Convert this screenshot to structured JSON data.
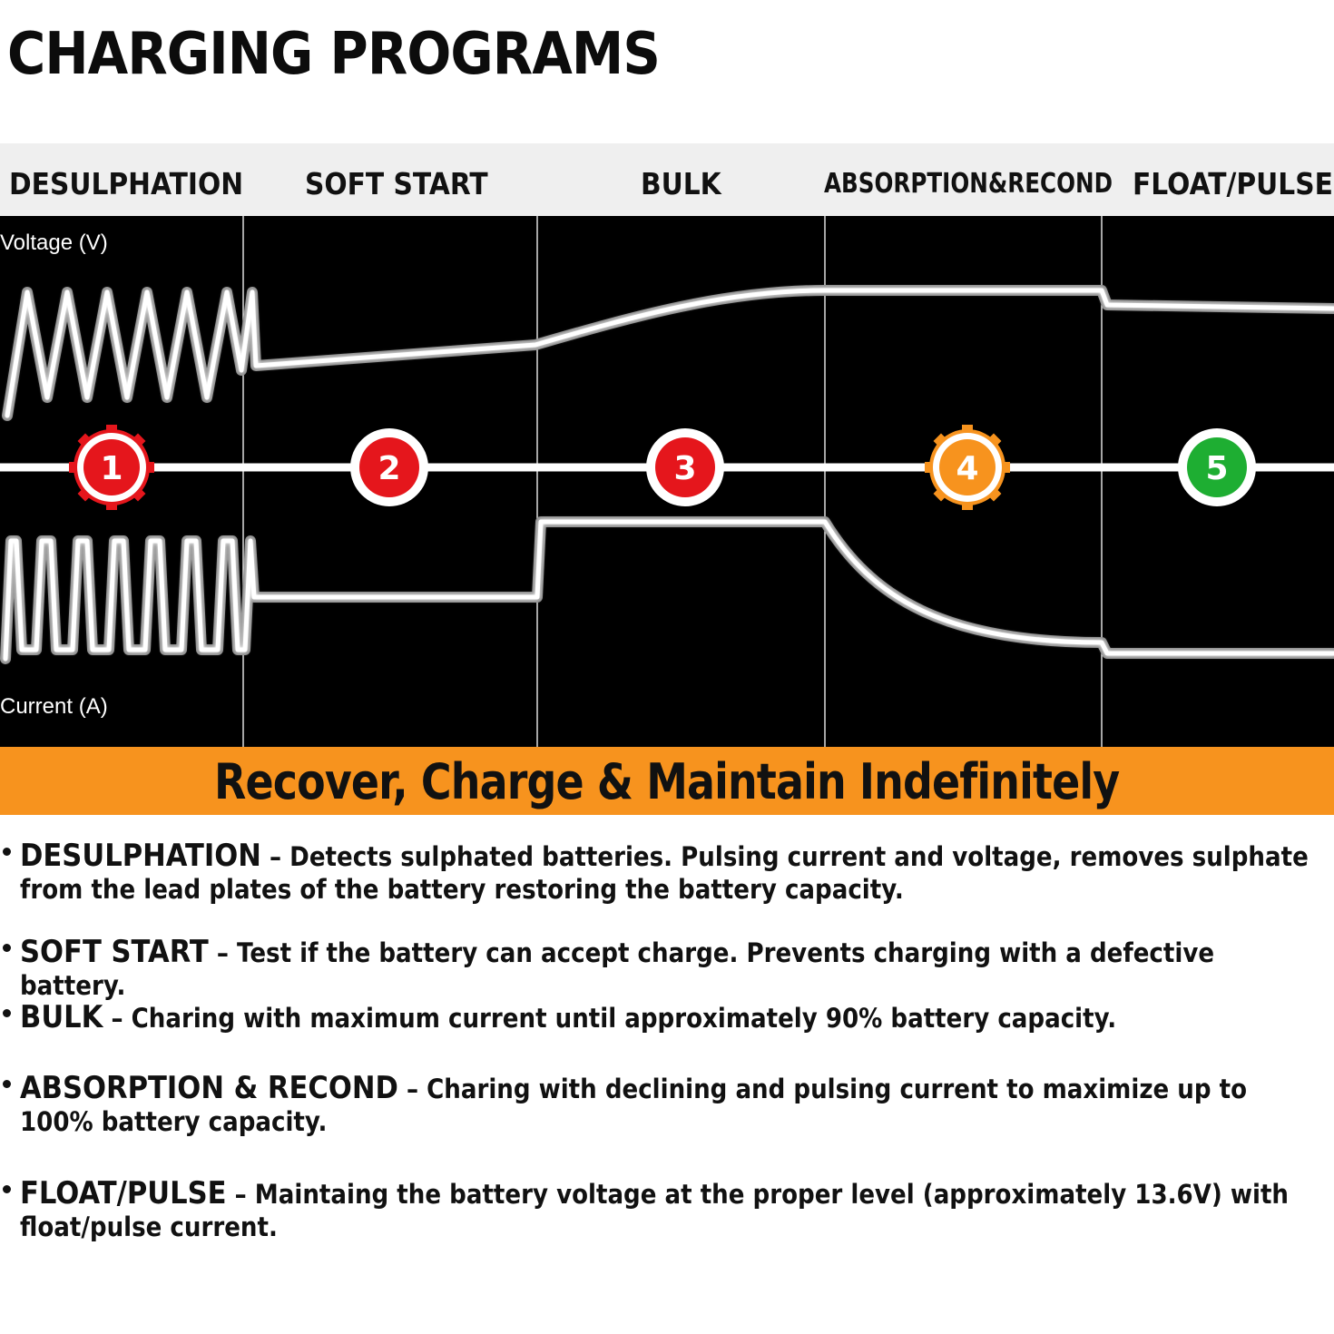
{
  "title": "CHARGING PROGRAMS",
  "stages": [
    {
      "label": "DESULPHATION",
      "number": "1",
      "color": "#e5161c",
      "icon": "gear-badge"
    },
    {
      "label": "SOFT START",
      "number": "2",
      "color": "#e5161c",
      "icon": "circle-badge"
    },
    {
      "label": "BULK",
      "number": "3",
      "color": "#e5161c",
      "icon": "circle-badge"
    },
    {
      "label": "ABSORPTION&RECOND",
      "number": "4",
      "color": "#f7931e",
      "icon": "gear-badge"
    },
    {
      "label": "FLOAT/PULSE",
      "number": "5",
      "color": "#1eae32",
      "icon": "circle-badge"
    }
  ],
  "axes": {
    "voltage_label": "Voltage (V)",
    "current_label": "Current (A)"
  },
  "banner": {
    "text": "Recover, Charge & Maintain Indefinitely",
    "color": "#f7931e"
  },
  "descriptions": [
    {
      "term": "DESULPHATION",
      "text": "Detects sulphated batteries. Pulsing current and voltage, removes sulphate from the lead plates of the battery restoring the battery capacity."
    },
    {
      "term": "SOFT START",
      "text": "Test if the battery can accept charge. Prevents charging with a defective battery."
    },
    {
      "term": "BULK",
      "text": "Charing with maximum current until approximately 90% battery capacity."
    },
    {
      "term": "ABSORPTION & RECOND",
      "text": "Charing with declining and pulsing current to maximize up to 100% battery capacity."
    },
    {
      "term": "FLOAT/PULSE",
      "text": "Maintaing the battery voltage at the proper level (approximately 13.6V) with float/pulse current."
    }
  ]
}
